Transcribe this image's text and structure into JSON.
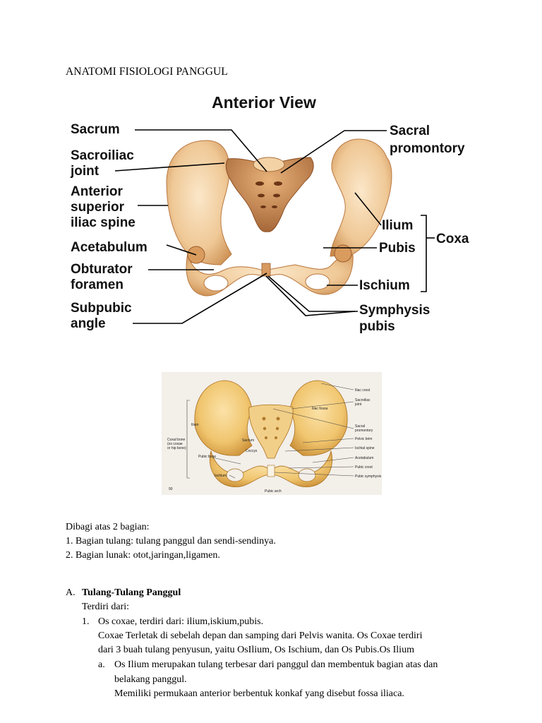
{
  "title": "ANATOMI FISIOLOGI PANGGUL",
  "figure1": {
    "heading": "Anterior View",
    "labels": {
      "sacrum": "Sacrum",
      "sacroiliac_1": "Sacroiliac",
      "sacroiliac_2": "joint",
      "asis_1": "Anterior",
      "asis_2": "superior",
      "asis_3": "iliac spine",
      "acetabulum": "Acetabulum",
      "obturator_1": "Obturator",
      "obturator_2": "foramen",
      "subpubic_1": "Subpubic",
      "subpubic_2": "angle",
      "promontory_1": "Sacral",
      "promontory_2": "promontory",
      "ilium": "Ilium",
      "pubis": "Pubis",
      "ischium": "Ischium",
      "coxa": "Coxa",
      "symphysis_1": "Symphysis",
      "symphysis_2": "pubis"
    }
  },
  "figure2": {
    "labels": {
      "iliac_crest": "Iliac crest",
      "sacroiliac_1": "Sacroiliac",
      "sacroiliac_2": "joint",
      "iliac_fossa": "Iliac fossa",
      "sacral_prom_1": "Sacral",
      "sacral_prom_2": "promontory",
      "pelvic_brim": "Pelvic brim",
      "ischial_spine": "Ischial spine",
      "acetabulum": "Acetabulum",
      "pubic_crest": "Pubic crest",
      "pubic_symphysis": "Pubic symphysis",
      "ilium": "Ilium",
      "coxal_1": "Coxal bone",
      "coxal_2": "(os coxae",
      "coxal_3": "or hip bone)",
      "sacrum": "Sacrum",
      "coccyx": "Coccyx",
      "pubic_bone": "Pubic bone",
      "ischium": "Ischium",
      "pubic_arch": "Pubic arch",
      "page_num": "90"
    }
  },
  "body": {
    "intro": "Dibagi atas 2 bagian:",
    "item1": "1. Bagian tulang: tulang panggul dan sendi-sendinya.",
    "item2": "2. Bagian lunak: otot,jaringan,ligamen.",
    "sectionA_marker": "A.",
    "sectionA_title": "Tulang-Tulang Panggul",
    "terdiri": "Terdiri dari:",
    "sub1_marker": "1.",
    "sub1_text": "Os coxae, terdiri dari: ilium,iskium,pubis.",
    "sub1_line2": "Coxae Terletak di sebelah depan dan samping dari Pelvis wanita. Os Coxae terdiri",
    "sub1_line3": "dari 3 buah tulang penyusun, yaitu OsIlium, Os Ischium, dan Os Pubis.Os Ilium",
    "suba_marker": "a.",
    "suba_text": "Os Ilium merupakan tulang terbesar dari panggul dan membentuk bagian atas dan",
    "suba_line2": "belakang panggul.",
    "suba_line3": "Memiliki permukaan anterior berbentuk konkaf yang disebut fossa iliaca."
  },
  "colors": {
    "bone_light": "#f6ddb8",
    "bone_mid": "#e9b87f",
    "bone_dark": "#c98a4c",
    "bone2_light": "#f5cf7e",
    "bone2_dark": "#cf9436"
  }
}
